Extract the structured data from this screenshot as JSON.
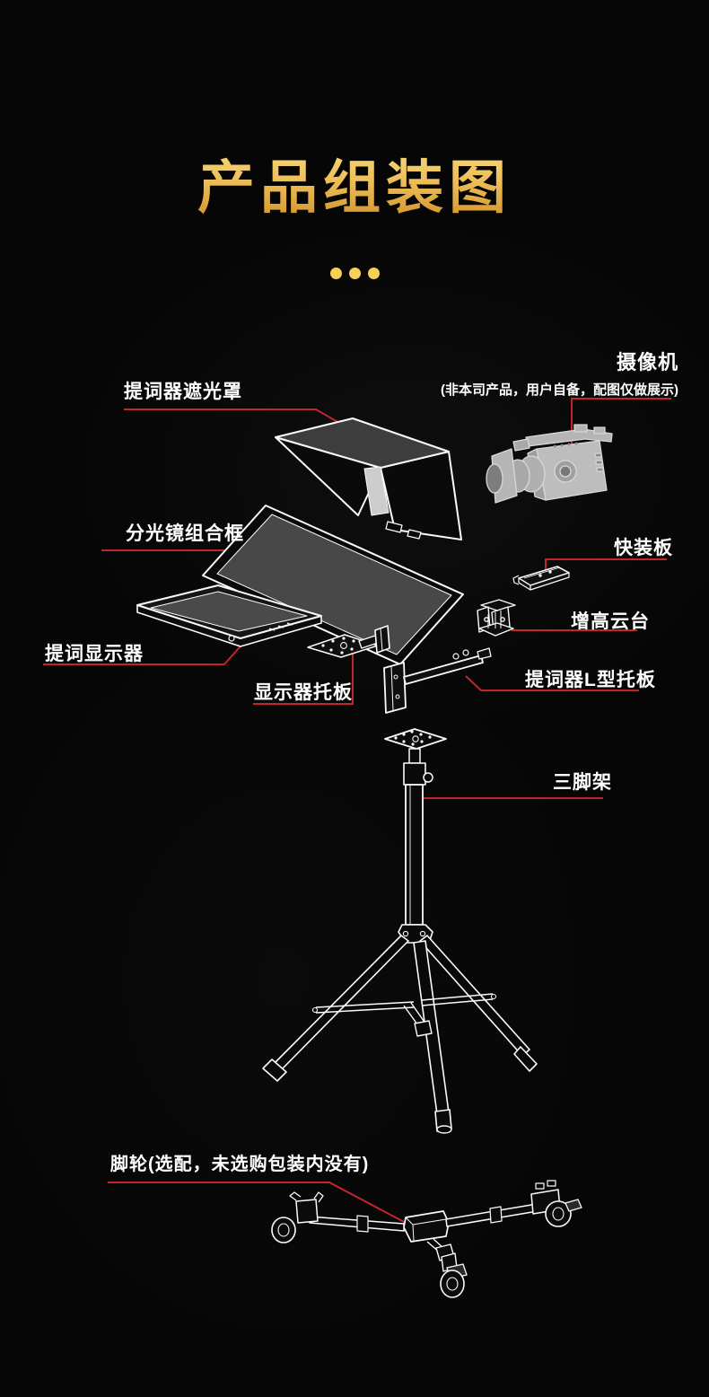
{
  "title": "产品组装图",
  "colors": {
    "background": "#060606",
    "title_gold_top": "#f6d97a",
    "title_gold_bottom": "#d2942c",
    "dot_gold": "#f6d158",
    "leader_red": "#c0272c",
    "lineart_white": "#fafafa",
    "label_white": "#ffffff",
    "panel_gray": "#4a4a4a"
  },
  "decoration": {
    "dot_count": "3"
  },
  "labels": {
    "camera": "摄像机",
    "camera_note": "(非本司产品，用户自备，配图仅做展示)",
    "hood": "提词器遮光罩",
    "mirror": "分光镜组合框",
    "quick_plate": "快装板",
    "riser": "增高云台",
    "monitor": "提词显示器",
    "monitor_tray": "显示器托板",
    "l_bracket": "提词器L型托板",
    "tripod": "三脚架",
    "casters": "脚轮(选配，未选购包装内没有)"
  }
}
